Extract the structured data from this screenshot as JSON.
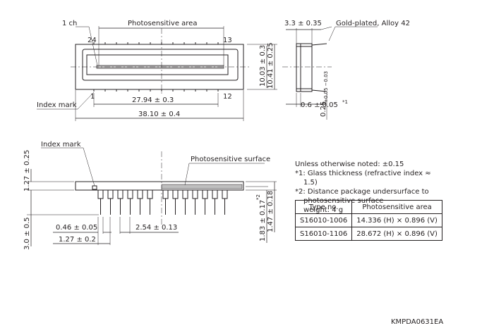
{
  "top_view": {
    "label_1ch": "1 ch",
    "label_photosensitive_area": "Photosensitive area",
    "pin_24": "24",
    "pin_13": "13",
    "pin_1": "1",
    "pin_12": "12",
    "label_index_mark": "Index mark",
    "dim_pitch_span": "27.94 ± 0.3",
    "dim_length": "38.10 ± 0.4",
    "dim_inner_height": "10.03 ± 0.3",
    "dim_outer_height": "10.41 ± 0.25"
  },
  "side_view_right": {
    "dim_thickness": "3.3 ± 0.35",
    "label_lead_material": "Gold-plated, Alloy 42",
    "dim_window": "0.6 ± 0.05",
    "dim_window_sup": "*1",
    "dim_lead_thickness": "0.25",
    "dim_lead_tol": "+0.05 −0.03"
  },
  "front_view": {
    "label_index_mark": "Index mark",
    "label_photosensitive_surface": "Photosensitive surface",
    "dim_top": "1.27 ± 0.25",
    "dim_lead_length": "3.0 ± 0.5",
    "dim_lead_width": "0.46 ± 0.05",
    "dim_pitch": "2.54 ± 0.13",
    "dim_pin_spacing": "1.27 ± 0.2",
    "dim_surface_height": "1.83 ± 0.17",
    "dim_surface_sup": "*2",
    "dim_pkg_height": "1.47 ± 0.18"
  },
  "notes": {
    "line1": "Unless otherwise noted: ±0.15",
    "line2": "*1: Glass thickness (refractive index ≈",
    "line2b": "1.5)",
    "line3": "*2: Distance package undersurface to",
    "line3b": "photosensitive surface",
    "line4": "weight: 4 g"
  },
  "spec_table": {
    "headers": [
      "Type no.",
      "Photosensitive area"
    ],
    "rows": [
      [
        "S16010-1006",
        "14.336 (H) × 0.896 (V)"
      ],
      [
        "S16010-1106",
        "28.672 (H) × 0.896 (V)"
      ]
    ]
  },
  "doc_id": "KMPDA0631EA"
}
